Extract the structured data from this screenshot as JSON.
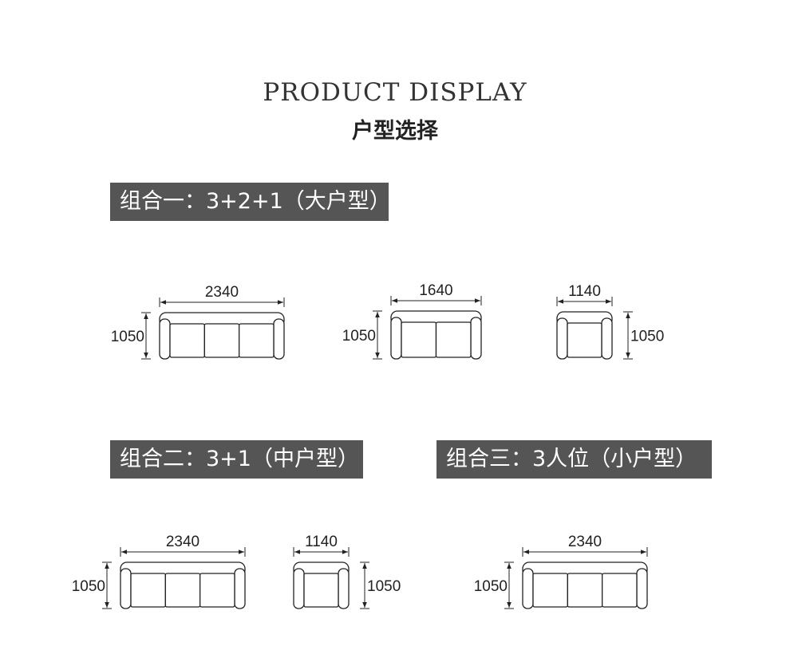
{
  "header": {
    "title_en": "PRODUCT DISPLAY",
    "title_zh": "户型选择"
  },
  "groups": [
    {
      "label": "组合一：3+2+1（大户型）",
      "sofas": [
        {
          "type": "three-seat",
          "seats": 3,
          "width": "2340",
          "depth": "1050"
        },
        {
          "type": "two-seat",
          "seats": 2,
          "width": "1640",
          "depth": "1050"
        },
        {
          "type": "single-seat",
          "seats": 1,
          "width": "1140",
          "depth": "1050"
        }
      ]
    },
    {
      "label": "组合二：3+1（中户型）",
      "sofas": [
        {
          "type": "three-seat",
          "seats": 3,
          "width": "2340",
          "depth": "1050"
        },
        {
          "type": "single-seat",
          "seats": 1,
          "width": "1140",
          "depth": "1050"
        }
      ]
    },
    {
      "label": "组合三：3人位（小户型）",
      "sofas": [
        {
          "type": "three-seat",
          "seats": 3,
          "width": "2340",
          "depth": "1050"
        }
      ]
    }
  ]
}
